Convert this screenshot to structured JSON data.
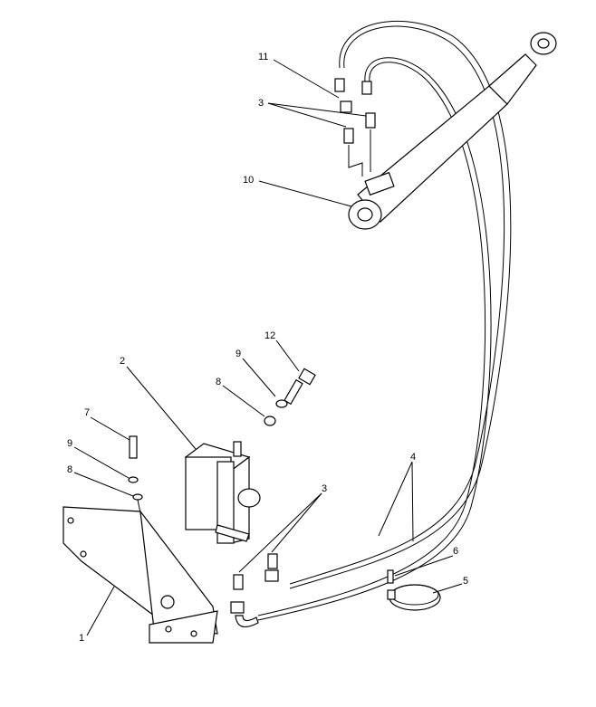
{
  "diagram": {
    "type": "exploded parts diagram",
    "callouts": [
      {
        "id": "c11",
        "text": "11"
      },
      {
        "id": "c3a",
        "text": "3"
      },
      {
        "id": "c10",
        "text": "10"
      },
      {
        "id": "c12",
        "text": "12"
      },
      {
        "id": "c9a",
        "text": "9"
      },
      {
        "id": "c2",
        "text": "2"
      },
      {
        "id": "c8a",
        "text": "8"
      },
      {
        "id": "c7",
        "text": "7"
      },
      {
        "id": "c9b",
        "text": "9"
      },
      {
        "id": "c8b",
        "text": "8"
      },
      {
        "id": "c3b",
        "text": "3"
      },
      {
        "id": "c4",
        "text": "4"
      },
      {
        "id": "c6",
        "text": "6"
      },
      {
        "id": "c5",
        "text": "5"
      },
      {
        "id": "c1",
        "text": "1"
      }
    ]
  }
}
